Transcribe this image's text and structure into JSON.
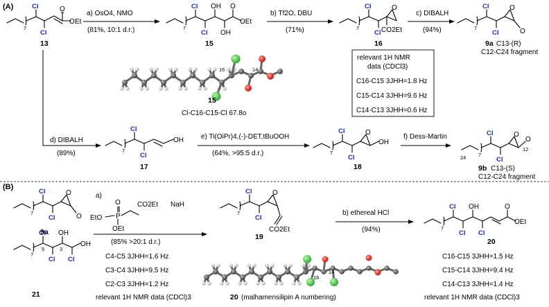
{
  "sections": {
    "a": "(A)",
    "b": "(B)"
  },
  "atoms": {
    "cl": "Cl",
    "o": "O",
    "oh": "OH",
    "ho": "HO",
    "h": "H",
    "p": "P",
    "eto": "EtO",
    "oet": "OEt",
    "oet2": "OEt",
    "co2et": "CO2Et",
    "co2et_b": "CO2Et",
    "nah": "NaH",
    "sub7": "7",
    "num24": "24",
    "num12": "12",
    "num16": "16",
    "num14": "14",
    "num5": "5",
    "num3": "3"
  },
  "compounds": {
    "c13": "13",
    "c15": "15",
    "c15b": "15",
    "c16": "16",
    "c9a": "9a",
    "c9a_suffix": "C13-(R)",
    "c9a_frag": "C12-C24 fragment",
    "c17": "17",
    "c18": "18",
    "c9b": "9b",
    "c9b_suffix": "C13-(S)",
    "c9b_frag": "C12-C24 fragment",
    "c9a_b": "9a",
    "c19": "19",
    "c20": "20",
    "c20_lbl": "20",
    "c20_note": "(malhamensilipin A numbering)",
    "c21": "21"
  },
  "steps": {
    "a_top": "a) OsO4, NMO",
    "a_bot": "(81%, 10:1 d.r.)",
    "b_top": "b) Tf2O, DBU",
    "b_bot": "(71%)",
    "c_top": "c) DIBALH",
    "c_bot": "(94%)",
    "d_top": "d) DIBALH",
    "d_bot": "(89%)",
    "e_top": "e) Ti(OiPr)4,(-)-DET,tBuOOH",
    "e_bot": "(64%, >95:5 d.r.)",
    "f_top": "f) Dess-Martin",
    "ba": "a)",
    "ba_bot": "(85% >20:1 d.r.)",
    "bb_top": "b) ethereal HCl",
    "bb_bot": "(94%)"
  },
  "nmr_box": {
    "title1": "relevant 1H NMR",
    "title2": "data (CDCl3)",
    "rows": [
      "C16-C15 3JHH=1.8 Hz",
      "C15-C14 3JHH=9.6 Hz",
      "C14-C13 3JHH=0.6 Hz"
    ]
  },
  "dihedral": "Cl-C16-C15-Cl 67.8o",
  "nmr_20": {
    "rows": [
      "C16-C15 3JHH=1.5 Hz",
      "C15-C14 3JHH=9.4 Hz",
      "C14-C13 3JHH=1.4 Hz"
    ],
    "caption": "relevant 1H NMR data (CDCl)3"
  },
  "nmr_21": {
    "rows": [
      "C4-C5 3JHH=1.6 Hz",
      "C3-C4 3JHH=9.5 Hz",
      "C2-C3 3JHH=1.2 Hz"
    ],
    "caption": "relevant 1H NMR data (CDCl)3"
  },
  "colors": {
    "chlorine_label": "#1c2aa8",
    "cl_atom": "#3ec43a",
    "o_atom": "#d9261c",
    "c_atom": "#555555",
    "h_atom": "#dddddd"
  }
}
